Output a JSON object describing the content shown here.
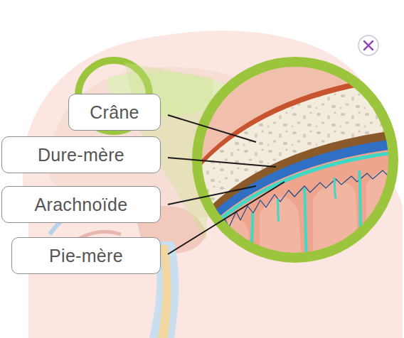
{
  "diagram": {
    "nodes": [
      {
        "text": [
          "Crâne"
        ]
      },
      {
        "text": [
          "Dure-mère"
        ]
      },
      {
        "text": [
          "Arachnoïde"
        ]
      },
      {
        "text": [
          "Pie-mère"
        ]
      }
    ]
  }
}
